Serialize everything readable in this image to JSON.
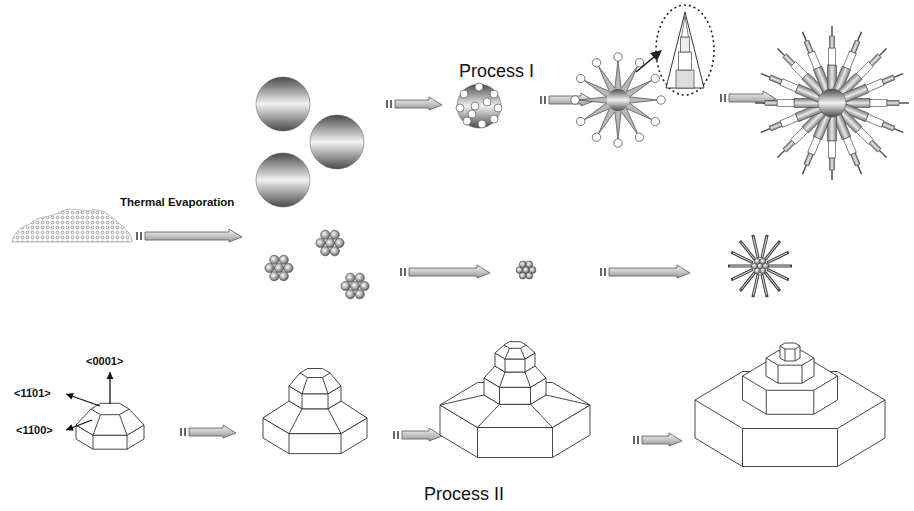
{
  "diagram": {
    "labels": [
      "Process I",
      "Thermal Evaporation",
      "<0001>",
      "<11̅01>",
      "<11̅00>",
      "Process II"
    ]
  }
}
